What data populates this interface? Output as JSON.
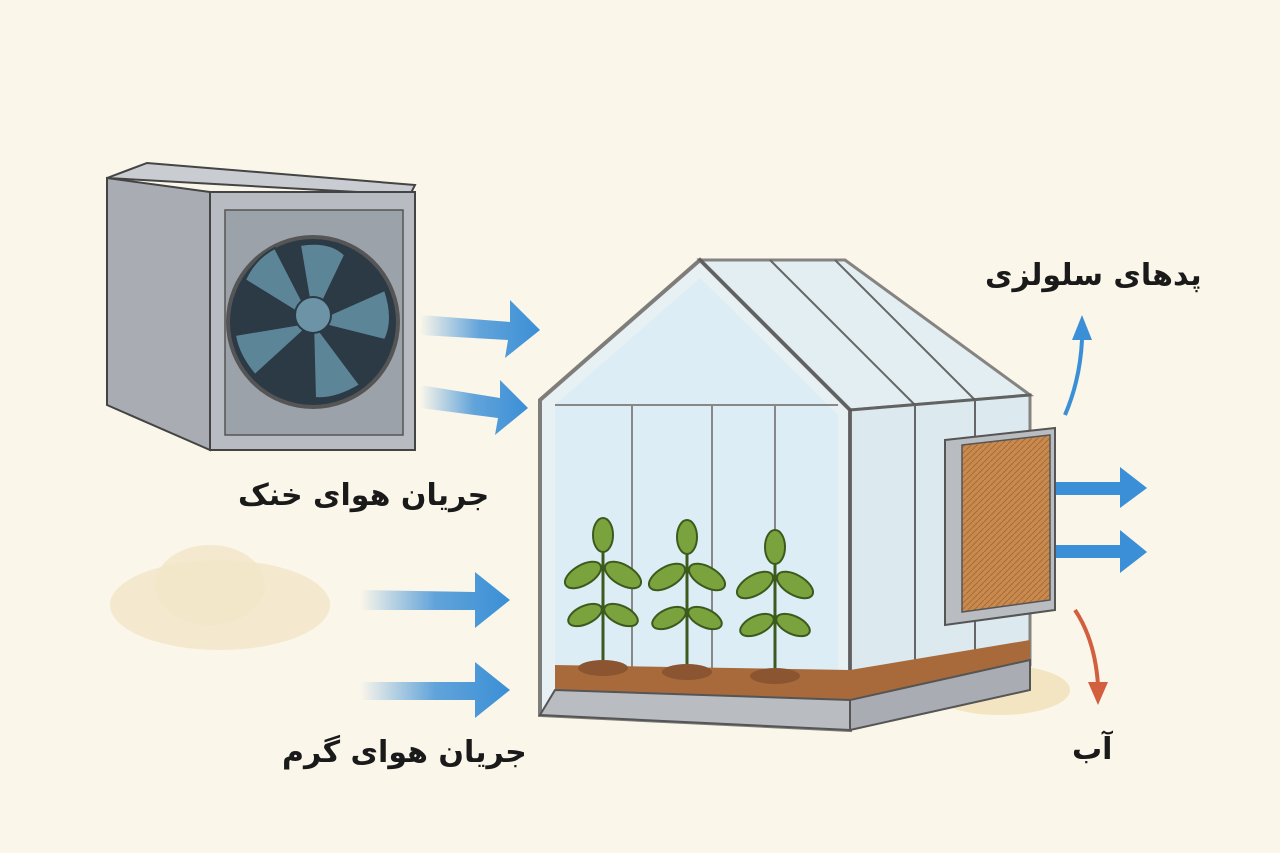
{
  "labels": {
    "cellulose_pads": "پدهای سلولزی",
    "cool_airflow": "جریان هوای خنک",
    "warm_airflow": "جریان هوای گرم",
    "water": "آب"
  },
  "colors": {
    "background": "#fbf6ea",
    "airflow_arrow": "#3b8fd6",
    "water_arrow": "#d2603f",
    "pad": "#c98a4e",
    "leaf": "#7aa33d",
    "soil": "#a86a3a"
  }
}
